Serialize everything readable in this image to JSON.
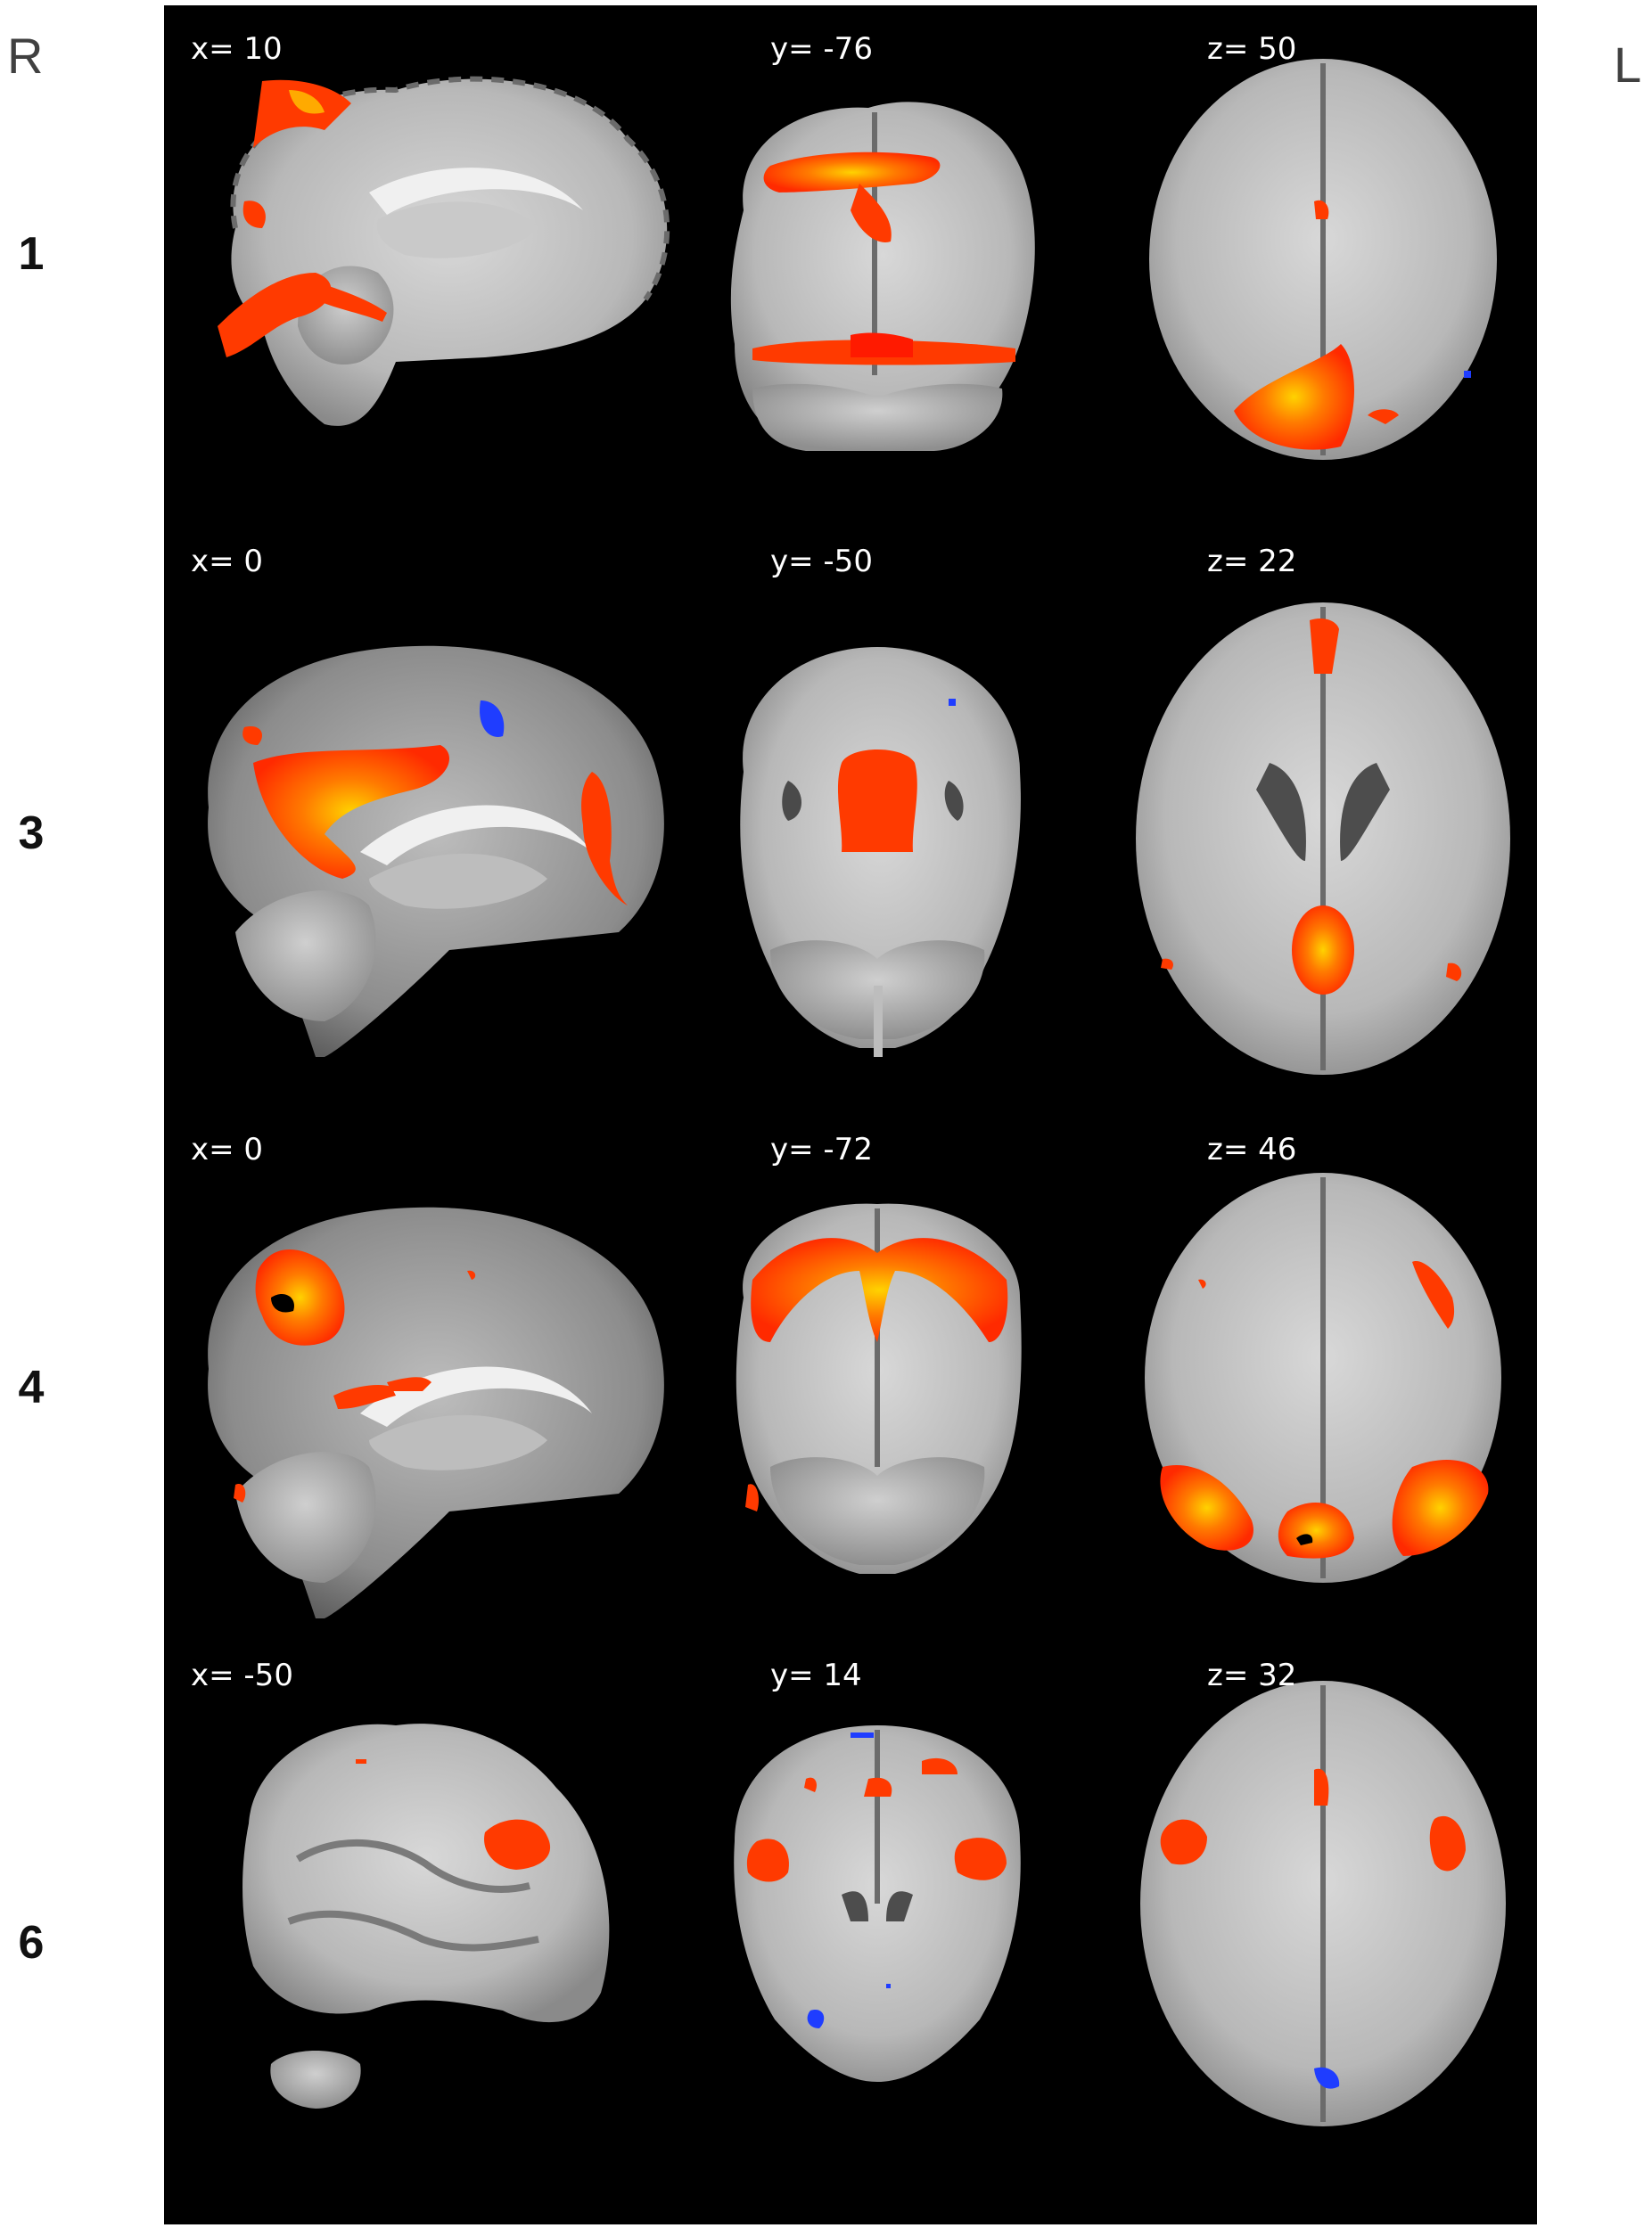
{
  "orientation": {
    "left_side": "R",
    "right_side": "L"
  },
  "colors": {
    "background": "#000000",
    "activation_positive": "#ff3300",
    "activation_peak": "#ffcc00",
    "activation_negative": "#1f3dff"
  },
  "rows": [
    {
      "label": "1",
      "slices": [
        {
          "view": "sagittal",
          "coord": "x= 10"
        },
        {
          "view": "coronal",
          "coord": "y= -76"
        },
        {
          "view": "axial",
          "coord": "z= 50"
        }
      ]
    },
    {
      "label": "3",
      "slices": [
        {
          "view": "sagittal",
          "coord": "x= 0"
        },
        {
          "view": "coronal",
          "coord": "y= -50"
        },
        {
          "view": "axial",
          "coord": "z= 22"
        }
      ]
    },
    {
      "label": "4",
      "slices": [
        {
          "view": "sagittal",
          "coord": "x= 0"
        },
        {
          "view": "coronal",
          "coord": "y= -72"
        },
        {
          "view": "axial",
          "coord": "z= 46"
        }
      ]
    },
    {
      "label": "6",
      "slices": [
        {
          "view": "sagittal",
          "coord": "x= -50"
        },
        {
          "view": "coronal",
          "coord": "y= 14"
        },
        {
          "view": "axial",
          "coord": "z= 32"
        }
      ]
    }
  ]
}
